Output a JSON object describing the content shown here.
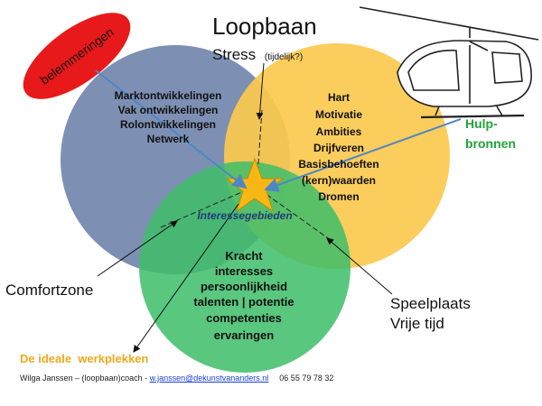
{
  "title": "Loopbaan",
  "stress": {
    "label": "Stress",
    "note": "(tijdelijk?)"
  },
  "obstacle_label": "belemmeringen",
  "helpsources": {
    "line1": "Hulp-",
    "line2": "bronnen"
  },
  "left_circle": [
    "Marktontwikkelingen",
    "Vak ontwikkelingen",
    "Rolontwikkelingen",
    "Netwerk"
  ],
  "right_circle": [
    "Hart",
    "Motivatie",
    "Ambities",
    "Drijfveren",
    "Basisbehoeften",
    "(kern)waarden",
    "Dromen"
  ],
  "bottom_circle": [
    "Kracht",
    "interesses",
    "persoonlijkheid",
    "talenten | potentie",
    "competenties",
    "ervaringen"
  ],
  "center_label": "Interessegebieden",
  "comfortzone": "Comfortzone",
  "playground": {
    "line1": "Speelplaats",
    "line2": "Vrije tijd"
  },
  "ideal_workplace": "De ideale  werkplekken",
  "footer": {
    "author": "Wilga Janssen – (loopbaan)coach - ",
    "email": "w.janssen@dekunstvananders.nl",
    "phone": "06 55 79 78 32"
  },
  "colors": {
    "left_circle": "#7d90b3",
    "right_circle": "#fbc94e",
    "bottom_circle": "#3fbe6a",
    "obstacle": "#e8191b",
    "helpsources": "#1fa339",
    "ideal": "#f0a81c",
    "star": "#f7b815",
    "arrow_blue": "#4f86c6"
  },
  "icons": {
    "helicopter": "helicopter-icon",
    "star": "star-icon"
  }
}
